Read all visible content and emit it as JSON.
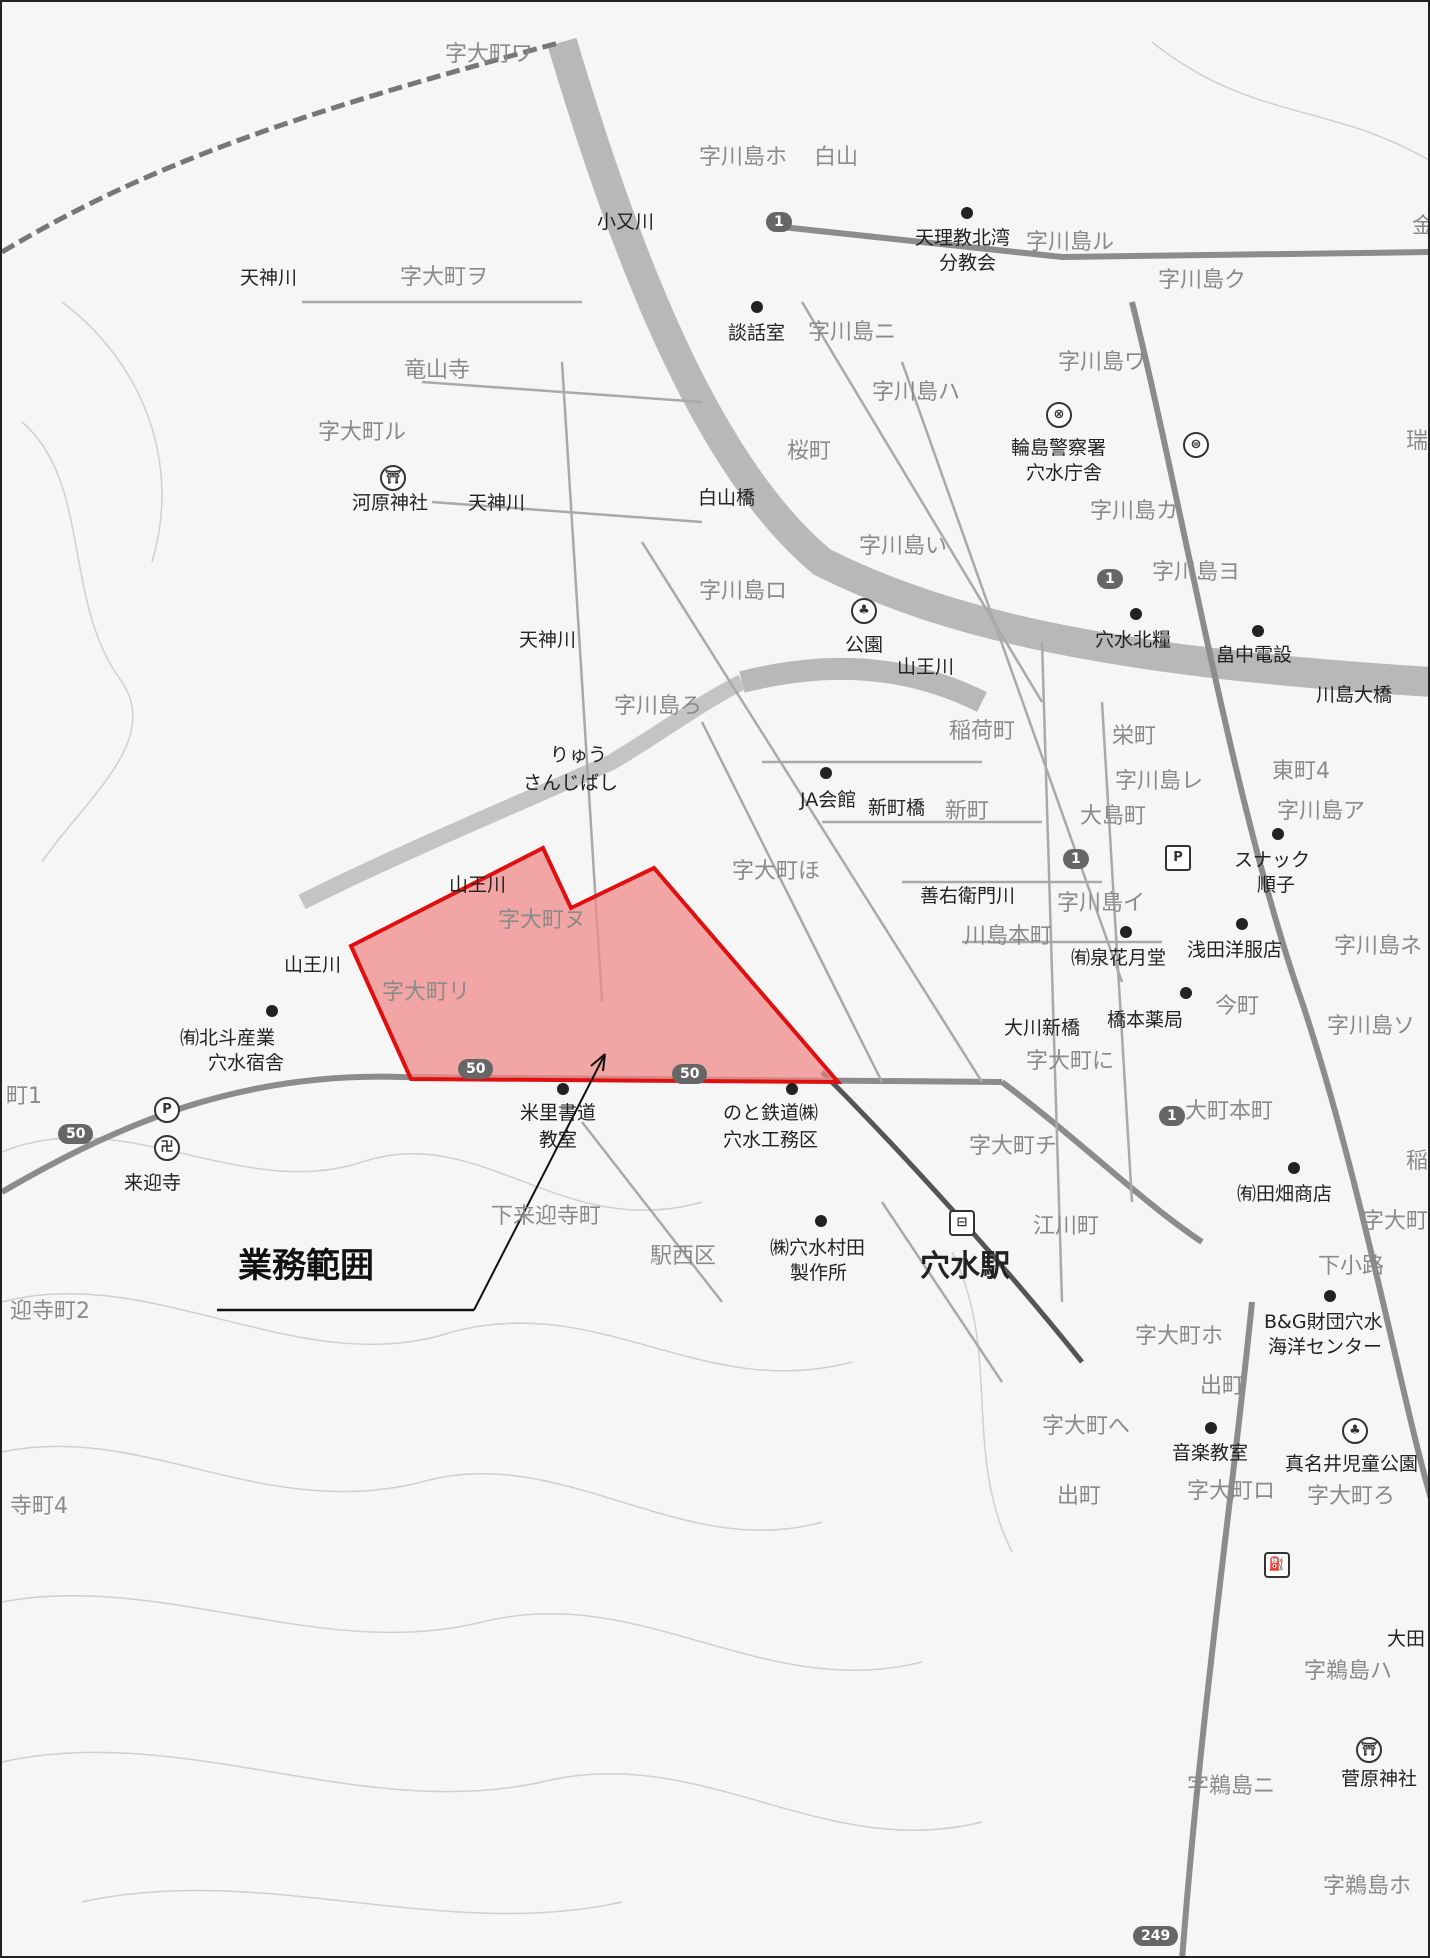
{
  "map": {
    "callout_label": "業務範囲",
    "station": "穴水駅",
    "area_labels": [
      "字大町ワ",
      "字川島ホ",
      "白山",
      "字大町ヲ",
      "字川島ル",
      "字川島ク",
      "字川島ニ",
      "字川島ハ",
      "字川島ワ",
      "桜町",
      "字大町ル",
      "字川島カ",
      "字川島い",
      "字川島ヨ",
      "字川島ロ",
      "字川島ろ",
      "稲荷町",
      "栄町",
      "字川島レ",
      "東町4",
      "字川島ア",
      "新町",
      "大島町",
      "字大町ほ",
      "字大町ヌ",
      "字川島イ",
      "川島本町",
      "字大町リ",
      "字川島ネ",
      "今町",
      "字川島ソ",
      "字大町に",
      "大町本町",
      "字大町チ",
      "江川町",
      "字大町",
      "下小路",
      "字大町ホ",
      "出町",
      "字大町へ",
      "字大町ロ",
      "字大町ろ",
      "字鵜島ハ",
      "字鵜島ニ",
      "字鵜島ホ",
      "下来迎寺町",
      "駅西区",
      "町1",
      "迎寺町2",
      "寺町4",
      "金",
      "瑞",
      "稲"
    ],
    "poi_labels": [
      "小又川",
      "天理教北湾",
      "分教会",
      "天神川",
      "談話室",
      "竜山寺",
      "輪島警察署",
      "穴水庁舎",
      "河原神社",
      "天神川",
      "白山橋",
      "天神川",
      "公園",
      "山王川",
      "穴水北糧",
      "畠中電設",
      "川島大橋",
      "りゅう",
      "さんじばし",
      "JA会館",
      "新町橋",
      "スナック",
      "順子",
      "山王川",
      "善右衛門川",
      "㈲泉花月堂",
      "浅田洋服店",
      "山王川",
      "大川新橋",
      "橋本薬局",
      "㈲北斗産業",
      "穴水宿舎",
      "米里書道",
      "教室",
      "のと鉄道㈱",
      "穴水工務区",
      "来迎寺",
      "㈱穴水村田",
      "製作所",
      "㈲田畑商店",
      "B&G財団穴水",
      "海洋センター",
      "音楽教室",
      "真名井児童公園",
      "出町",
      "大田",
      "菅原神社"
    ],
    "route_shields": [
      "1",
      "1",
      "1",
      "1",
      "50",
      "50",
      "50",
      "249"
    ],
    "symbols": {
      "police": "⊗",
      "shrine": "⛩",
      "temple": "卍",
      "parking": "P",
      "bus": "⊜"
    },
    "highlight_color": "#f08a8a",
    "highlight_border": "#e01010"
  }
}
